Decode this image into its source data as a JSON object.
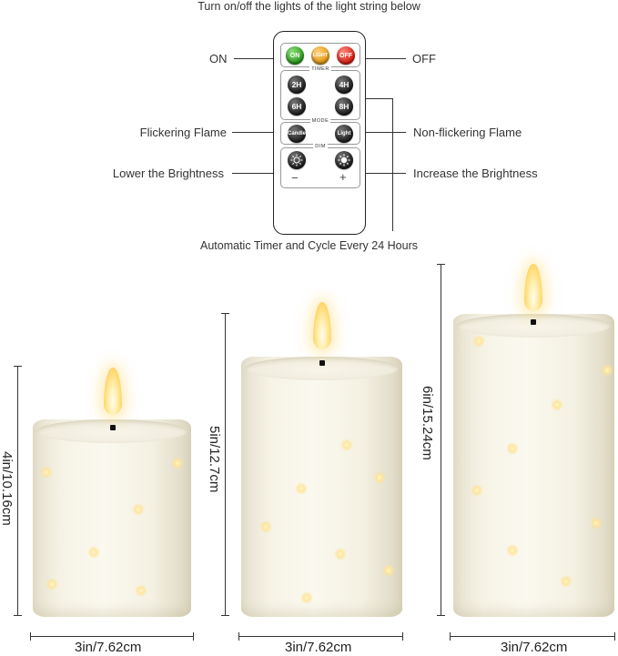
{
  "heading": "Turn on/off the lights of the light string below",
  "remote": {
    "on_label": "ON",
    "off_label": "OFF",
    "top_buttons": [
      "ON",
      "LIGHT",
      "OFF"
    ],
    "timer_section": "TIMER",
    "timer_buttons": [
      "2H",
      "4H",
      "6H",
      "8H"
    ],
    "mode_section": "MODE",
    "mode_buttons": [
      "Candle",
      "Light"
    ],
    "dim_section": "DIM",
    "minus": "−",
    "plus": "+"
  },
  "callouts": {
    "flickering": "Flickering Flame",
    "non_flickering": "Non-flickering Flame",
    "lower": "Lower the Brightness",
    "increase": "Increase the Brightness",
    "timer_note": "Automatic Timer and Cycle Every 24 Hours"
  },
  "candles": [
    {
      "height_label": "4in/10.16cm",
      "width_label": "3in/7.62cm"
    },
    {
      "height_label": "5in/12.7cm",
      "width_label": "3in/7.62cm"
    },
    {
      "height_label": "6in/15.24cm",
      "width_label": "3in/7.62cm"
    }
  ],
  "colors": {
    "on": "#2b9a1d",
    "light": "#e39a12",
    "off": "#d61c12",
    "flame": "#ffdd7a",
    "wax": "#f6f3e6"
  }
}
